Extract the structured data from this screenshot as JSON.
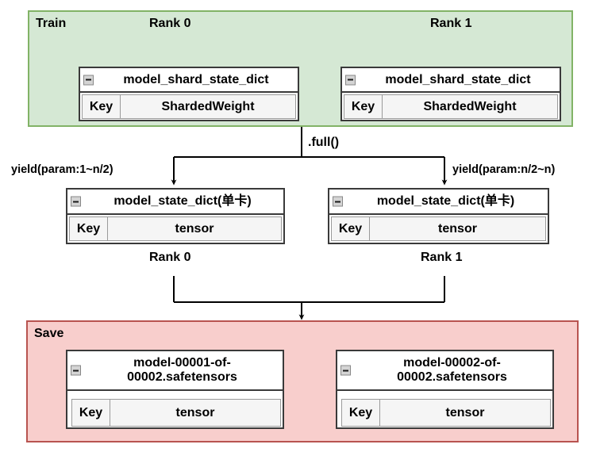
{
  "diagram": {
    "title_groups": {
      "train_label": "Train",
      "save_label": "Save"
    },
    "top_section": {
      "rank_labels": [
        "Rank 0",
        "Rank 1"
      ],
      "cards": [
        {
          "title": "model_shard_state_dict",
          "key_label": "Key",
          "value_label": "ShardedWeight",
          "icon": "collapse-minus-icon"
        },
        {
          "title": "model_shard_state_dict",
          "key_label": "Key",
          "value_label": "ShardedWeight",
          "icon": "collapse-minus-icon"
        }
      ]
    },
    "middle_section": {
      "edge_label_center": ".full()",
      "edge_label_left": "yield(param:1~n/2)",
      "edge_label_right": "yield(param:n/2~n)",
      "cards": [
        {
          "title": "model_state_dict(单卡)",
          "key_label": "Key",
          "value_label": "tensor",
          "icon": "collapse-minus-icon"
        },
        {
          "title": "model_state_dict(单卡)",
          "key_label": "Key",
          "value_label": "tensor",
          "icon": "collapse-minus-icon"
        }
      ],
      "rank_labels": [
        "Rank 0",
        "Rank 1"
      ]
    },
    "save_section": {
      "cards": [
        {
          "title_line1": "model-00001-of-",
          "title_line2": "00002.safetensors",
          "key_label": "Key",
          "value_label": "tensor",
          "icon": "collapse-minus-icon"
        },
        {
          "title_line1": "model-00002-of-",
          "title_line2": "00002.safetensors",
          "key_label": "Key",
          "value_label": "tensor",
          "icon": "collapse-minus-icon"
        }
      ]
    },
    "colors": {
      "train_fill": "#d5e8d4",
      "train_stroke": "#82b366",
      "save_fill": "#f8cecc",
      "save_stroke": "#b85450",
      "card_stroke": "#3a3a3a",
      "row_fill": "#f5f5f5",
      "edge_stroke": "#000000",
      "text": "#000000"
    }
  }
}
